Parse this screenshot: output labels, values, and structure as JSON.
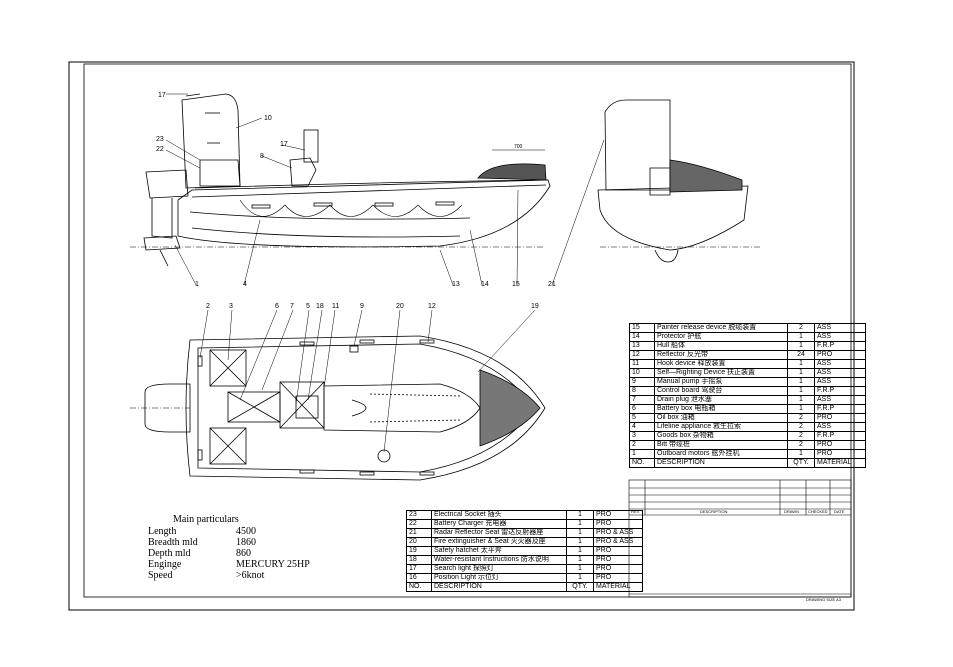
{
  "callouts": {
    "c1": "1",
    "c2": "2",
    "c3": "3",
    "c4": "4",
    "c5": "5",
    "c6": "6",
    "c7": "7",
    "c8": "8",
    "c9": "9",
    "c10": "10",
    "c11": "11",
    "c12": "12",
    "c13": "13",
    "c14": "14",
    "c15": "15",
    "c17a": "17",
    "c17b": "17",
    "c18": "18",
    "c19": "19",
    "c20": "20",
    "c21": "21",
    "c22": "22",
    "c23": "23",
    "dim700": "700"
  },
  "parts_right": {
    "rows": [
      {
        "no": "15",
        "desc": "Painter release device 脱缆装置",
        "qty": "2",
        "mat": "ASS"
      },
      {
        "no": "14",
        "desc": "Protector 护舷",
        "qty": "1",
        "mat": "ASS"
      },
      {
        "no": "13",
        "desc": "Hull 船体",
        "qty": "1",
        "mat": "F.R.P"
      },
      {
        "no": "12",
        "desc": "Reflector 反光带",
        "qty": "24",
        "mat": "PRO"
      },
      {
        "no": "11",
        "desc": "Hook device 释放装置",
        "qty": "1",
        "mat": "ASS"
      },
      {
        "no": "10",
        "desc": "Self—Righting Device 扶正装置",
        "qty": "1",
        "mat": "ASS"
      },
      {
        "no": "9",
        "desc": "Manual pump 手摇泵",
        "qty": "1",
        "mat": "ASS"
      },
      {
        "no": "8",
        "desc": "Control board 驾驶台",
        "qty": "1",
        "mat": "F.R.P"
      },
      {
        "no": "7",
        "desc": "Drain plug 泄水塞",
        "qty": "1",
        "mat": "ASS"
      },
      {
        "no": "6",
        "desc": "Battery box 电瓶箱",
        "qty": "1",
        "mat": "F.R.P"
      },
      {
        "no": "5",
        "desc": "Oil box 油箱",
        "qty": "2",
        "mat": "PRO"
      },
      {
        "no": "4",
        "desc": "Lifeline appliance 救生拉索",
        "qty": "2",
        "mat": "ASS"
      },
      {
        "no": "3",
        "desc": "Goods box 杂物箱",
        "qty": "2",
        "mat": "F.R.P"
      },
      {
        "no": "2",
        "desc": "Bitt 带缆桩",
        "qty": "2",
        "mat": "PRO"
      },
      {
        "no": "1",
        "desc": "Outboard motors 舷外挂机",
        "qty": "1",
        "mat": "PRO"
      }
    ],
    "header": {
      "no": "NO.",
      "desc": "DESCRIPTION",
      "qty": "QTY.",
      "mat": "MATERIAL"
    }
  },
  "parts_bottom": {
    "rows": [
      {
        "no": "23",
        "desc": "Electrical Socket 插头",
        "qty": "1",
        "mat": "PRO"
      },
      {
        "no": "22",
        "desc": "Battery Charger 充电器",
        "qty": "1",
        "mat": "PRO"
      },
      {
        "no": "21",
        "desc": "Radar Reflector Seat 雷达反射器座",
        "qty": "1",
        "mat": "PRO & ASS"
      },
      {
        "no": "20",
        "desc": "Fire extinguisher & Seat 灭火器及座",
        "qty": "1",
        "mat": "PRO & ASS"
      },
      {
        "no": "19",
        "desc": "Safety hatchet 太平斧",
        "qty": "1",
        "mat": "PRO"
      },
      {
        "no": "18",
        "desc": "Water-resistant Instructions 防水说明",
        "qty": "1",
        "mat": "PRO"
      },
      {
        "no": "17",
        "desc": "Search light 探照灯",
        "qty": "1",
        "mat": "PRO"
      },
      {
        "no": "16",
        "desc": "Position Light 示位灯",
        "qty": "1",
        "mat": "PRO"
      }
    ],
    "header": {
      "no": "NO.",
      "desc": "DESCRIPTION",
      "qty": "QTY.",
      "mat": "MATERIAL"
    }
  },
  "revision_block": {
    "col_rev": "REV.",
    "col_desc": "DESCRIPTION",
    "col_drawn": "DRAWN",
    "col_checked": "CHECKED",
    "col_date": "DATE"
  },
  "drawing_size": "DRAWING SIZE A3",
  "main_particulars": {
    "title": "Main particulars",
    "items": [
      {
        "label": "Length",
        "value": "4500"
      },
      {
        "label": "Breadth mld",
        "value": "1860"
      },
      {
        "label": "Depth mld",
        "value": "860"
      },
      {
        "label": "Enginge",
        "value": "MERCURY 25HP"
      },
      {
        "label": "Speed",
        "value": ">6knot"
      }
    ]
  }
}
